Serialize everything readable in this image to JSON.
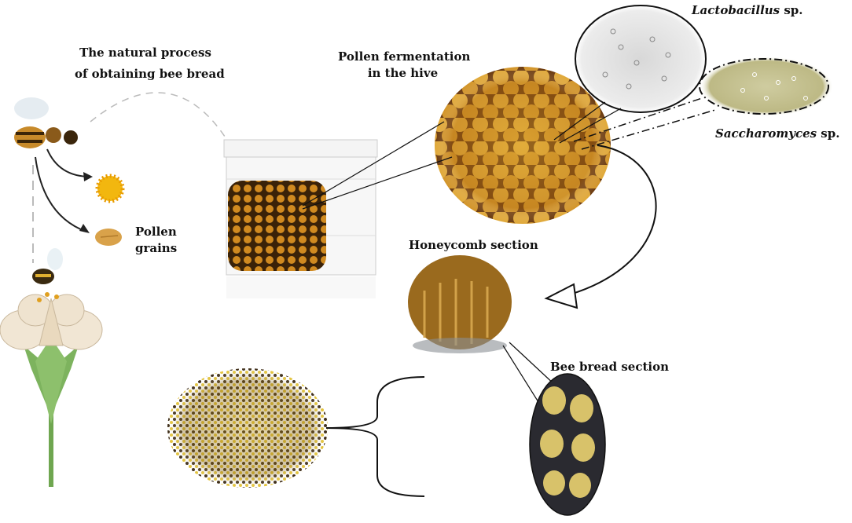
{
  "labels": {
    "process_line1": "The natural process",
    "process_line2": "of obtaining bee bread",
    "fermentation_line1": "Pollen fermentation",
    "fermentation_line2": "in the hive",
    "lactobacillus_genus": "Lactobacillus",
    "lactobacillus_suffix": "sp.",
    "saccharomyces_genus": "Saccharomyces",
    "saccharomyces_suffix": "sp.",
    "pollen_line1": "Pollen",
    "pollen_line2": "grains",
    "honeycomb_section": "Honeycomb section",
    "bee_bread_section": "Bee bread section"
  },
  "colors": {
    "honey": "#c98a1a",
    "comb_dark": "#5a3410",
    "yeast_bg": "#c9c79a",
    "pollen_yellow": "#f2b70f",
    "flower_green": "#6fa650"
  }
}
